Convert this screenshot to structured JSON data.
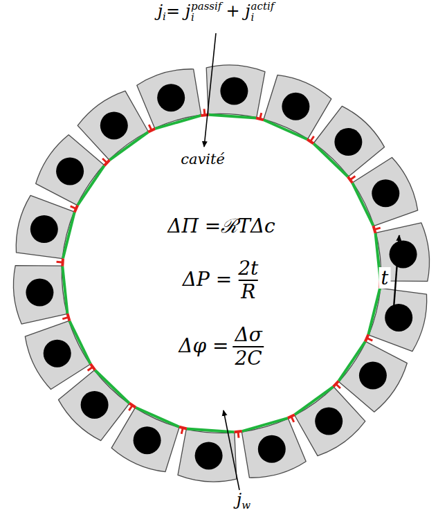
{
  "diagram": {
    "labels": [
      "j",
      "i",
      "= j",
      "i",
      "passif",
      "+ j",
      "i",
      "actif",
      "cavité",
      "ΔΠ =ℛTΔc",
      "ΔP =",
      "2t",
      "R",
      "Δφ =",
      "Δσ",
      "2C",
      "t",
      "j",
      "w"
    ]
  }
}
